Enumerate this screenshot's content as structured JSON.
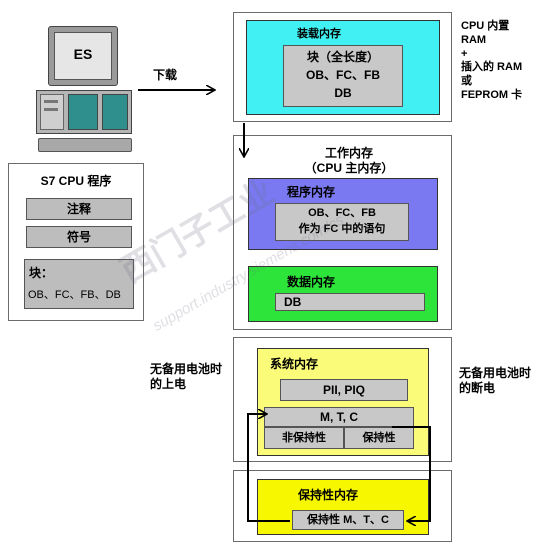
{
  "computer": {
    "label": "ES"
  },
  "download_label": "下载",
  "s7": {
    "title": "S7 CPU 程序",
    "items": [
      "注释",
      "符号"
    ],
    "blocks_label": "块：",
    "blocks_value": "OB、FC、FB、DB"
  },
  "load_memory": {
    "title": "装载内存",
    "inner_line1": "块（全长度）",
    "inner_line2": "OB、FC、FB",
    "inner_line3": "DB",
    "side_line1": "CPU 内置",
    "side_line2": "RAM",
    "side_line3": "+",
    "side_line4": "插入的 RAM",
    "side_line5": "或",
    "side_line6": "FEPROM 卡"
  },
  "work_memory": {
    "title_line1": "工作内存",
    "title_line2": "（CPU 主内存）",
    "program": {
      "title": "程序内存",
      "line1": "OB、FC、FB",
      "line2": "作为 FC 中的语句"
    },
    "data": {
      "title": "数据内存",
      "db": "DB"
    }
  },
  "power_on_label_line1": "无备用电池时",
  "power_on_label_line2": "的上电",
  "power_off_label_line1": "无备用电池时",
  "power_off_label_line2": "的断电",
  "system_memory": {
    "title": "系统内存",
    "pii": "PII, PIQ",
    "mtc": "M, T, C",
    "non_retentive": "非保持性",
    "retentive": "保持性"
  },
  "retentive_memory": {
    "title": "保持性内存",
    "value": "保持性 M、T、C"
  },
  "colors": {
    "load_cyan": "#40f0f2",
    "program_blue": "#7a79f2",
    "data_green": "#2ce43a",
    "system_yellow": "#fbfb7a",
    "retentive_yellow": "#f7f700",
    "gray": "#c8c8c8",
    "computer_teal": "#2f8f8c"
  },
  "watermark": {
    "line1": "西门子工业",
    "line2": "support.industry.siemens.com/cs"
  }
}
